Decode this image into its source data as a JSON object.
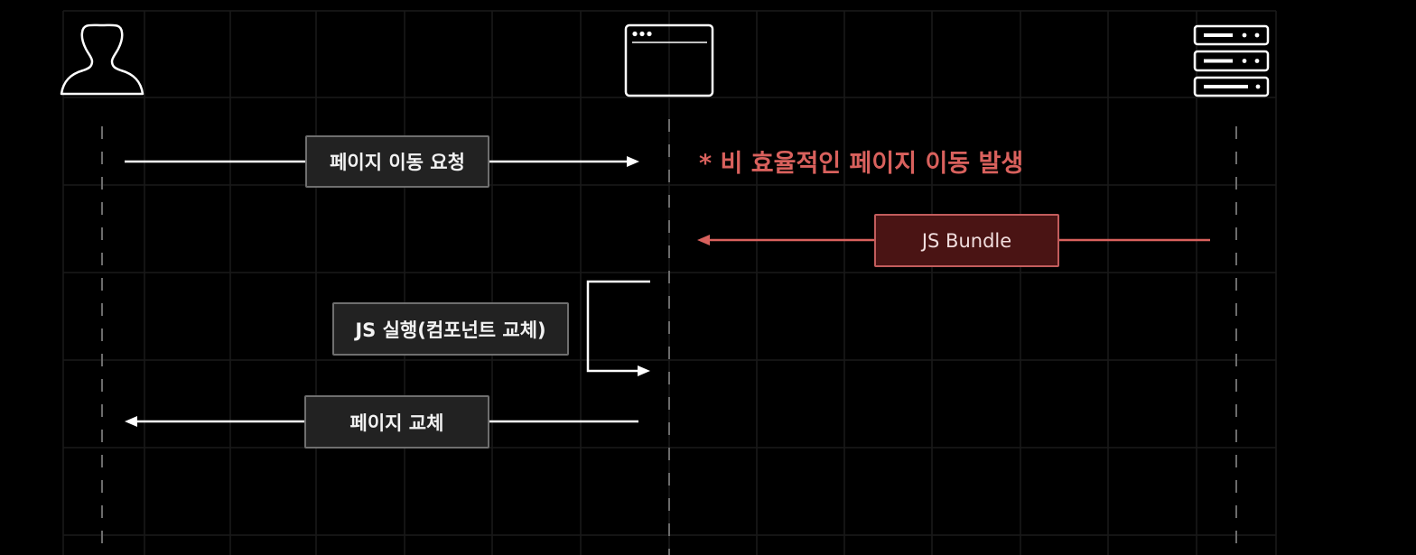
{
  "actors": [
    {
      "name": "user",
      "icon": "user-icon"
    },
    {
      "name": "browser",
      "icon": "browser-window-icon"
    },
    {
      "name": "server",
      "icon": "server-icon"
    }
  ],
  "messages": {
    "page_move_request": "페이지 이동 요청",
    "js_bundle": "JS Bundle",
    "js_execute": "JS 실행(컴포넌트 교체)",
    "page_replace": "페이지 교체"
  },
  "note": "* 비 효율적인 페이지 이동 발생",
  "colors": {
    "background": "#000000",
    "grid": "#1a1a1a",
    "line": "#ffffff",
    "lifeline": "#6b6b6b",
    "box_bg": "#222222",
    "box_border": "#6f6f6f",
    "accent_red": "#d9615d",
    "accent_box_bg": "#4a1414"
  }
}
